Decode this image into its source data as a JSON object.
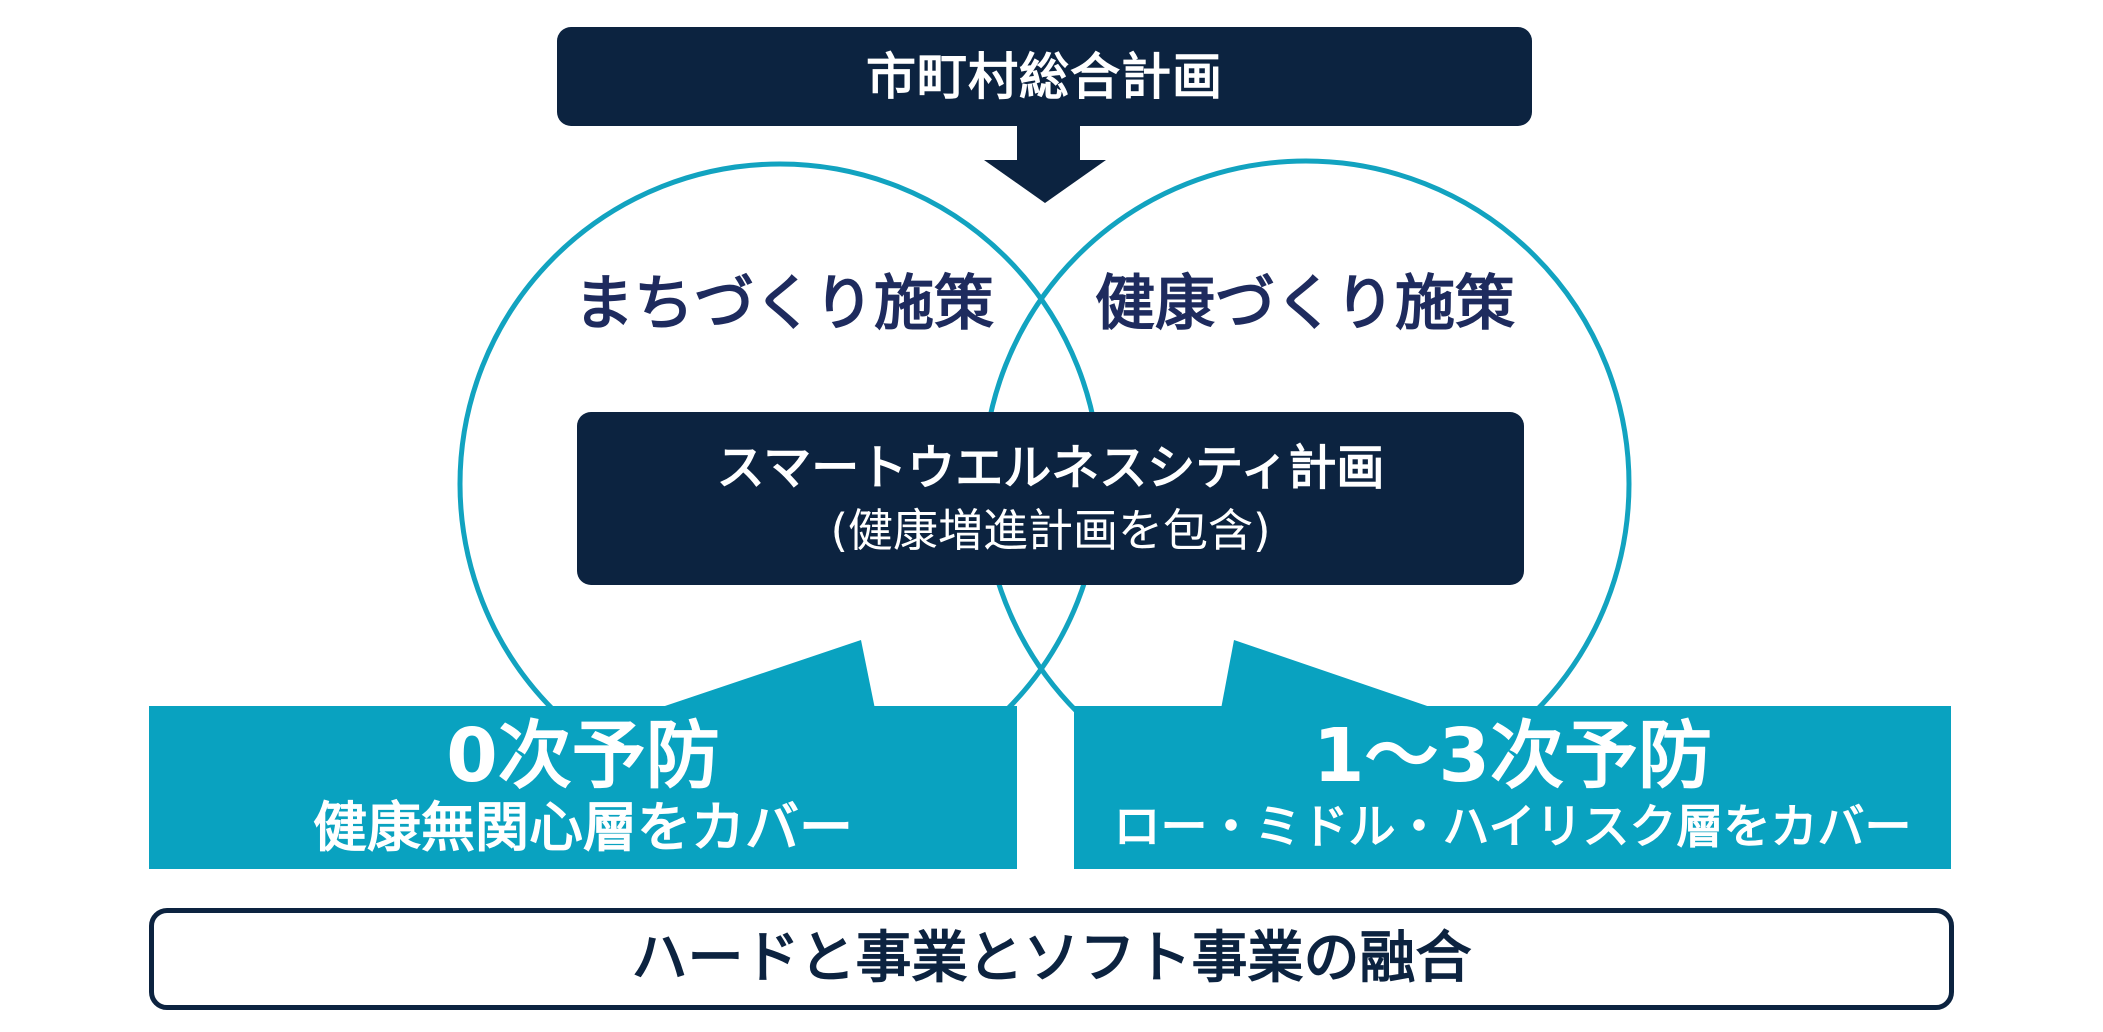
{
  "top_plan": {
    "label": "市町村総合計画"
  },
  "circles": {
    "left_label": "まちづくり施策",
    "right_label": "健康づくり施策"
  },
  "center_plan": {
    "title": "スマートウエルネスシティ計画",
    "subtitle": "(健康増進計画を包含)"
  },
  "callouts": [
    {
      "title": "0次予防",
      "subtitle": "健康無関心層をカバー"
    },
    {
      "title": "1〜3次予防",
      "subtitle": "ロー・ミドル・ハイリスク層をカバー"
    }
  ],
  "bottom": {
    "label": "ハードと事業とソフト事業の融合"
  },
  "colors": {
    "navy": "#0c2340",
    "teal": "#09a2c0",
    "circle_stroke": "#12a3c0",
    "label_text": "#1e2b5e",
    "background": "#ffffff"
  }
}
